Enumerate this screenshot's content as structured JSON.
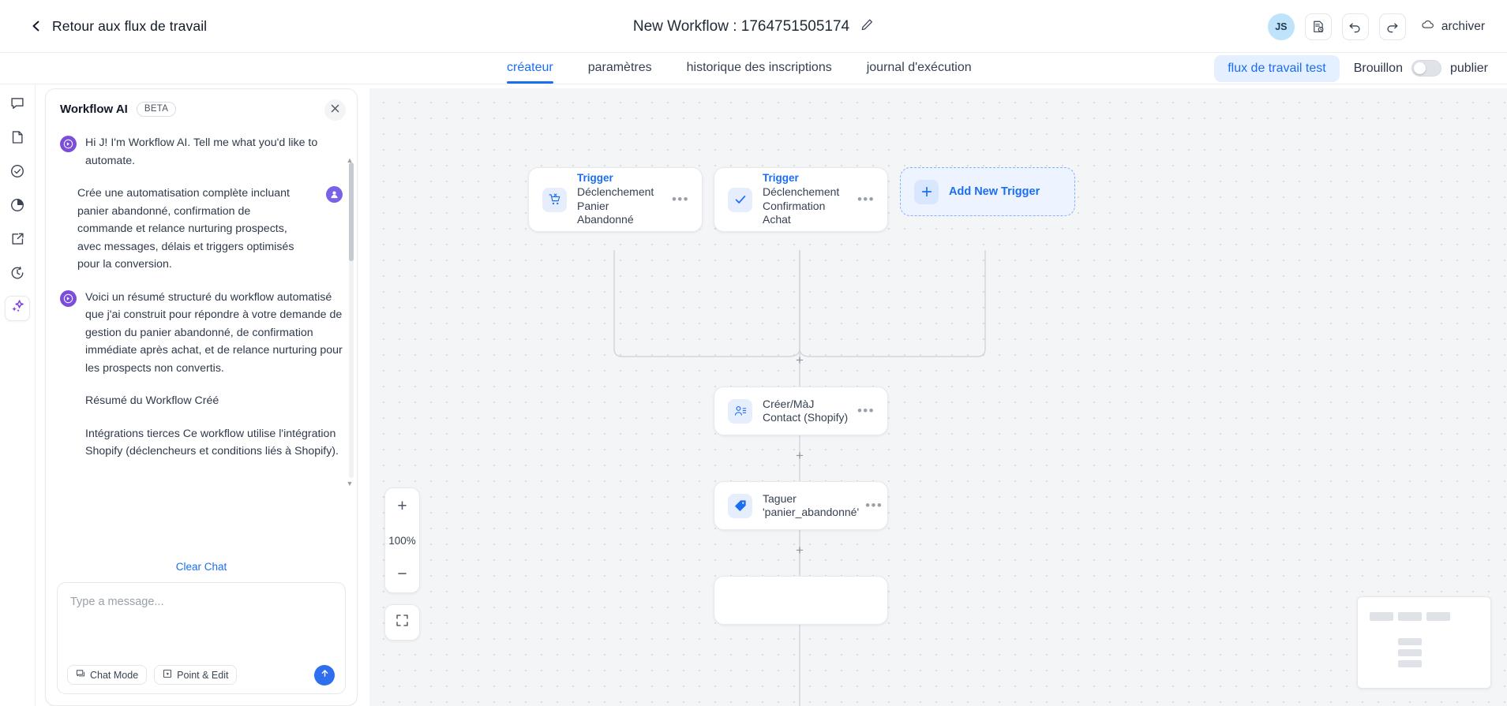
{
  "header": {
    "back_label": "Retour aux flux de travail",
    "workflow_title": "New Workflow : 1764751505174",
    "avatar_initials": "JS",
    "archive_label": "archiver"
  },
  "tabs": [
    {
      "label": "créateur",
      "active": true
    },
    {
      "label": "paramètres",
      "active": false
    },
    {
      "label": "historique des inscriptions",
      "active": false
    },
    {
      "label": "journal d'exécution",
      "active": false
    }
  ],
  "tabbar_right": {
    "test_workflow_label": "flux de travail test",
    "draft_label": "Brouillon",
    "publish_label": "publier",
    "toggle_on": false
  },
  "rail": [
    {
      "name": "comments-icon"
    },
    {
      "name": "document-icon"
    },
    {
      "name": "check-circle-icon"
    },
    {
      "name": "pie-chart-icon"
    },
    {
      "name": "external-link-icon"
    },
    {
      "name": "clock-history-icon"
    },
    {
      "name": "sparkle-ai-icon",
      "active": true
    }
  ],
  "chat": {
    "title": "Workflow AI",
    "badge": "BETA",
    "messages": [
      {
        "role": "bot",
        "paragraphs": [
          "Hi J! I'm Workflow AI. Tell me what you'd like to automate."
        ]
      },
      {
        "role": "user",
        "paragraphs": [
          "Crée une automatisation complète incluant panier abandonné, confirmation de commande et relance nurturing prospects, avec messages, délais et triggers optimisés pour la conversion."
        ]
      },
      {
        "role": "bot",
        "paragraphs": [
          "Voici un résumé structuré du workflow automatisé que j'ai construit pour répondre à votre demande de gestion du panier abandonné, de confirmation immédiate après achat, et de relance nurturing pour les prospects non convertis.",
          "Résumé du Workflow Créé",
          "Intégrations tierces Ce workflow utilise l'intégration Shopify (déclencheurs et conditions liés à Shopify)."
        ]
      }
    ],
    "clear_chat_label": "Clear Chat",
    "composer_placeholder": "Type a message...",
    "composer_value": "",
    "chat_mode_label": "Chat Mode",
    "point_edit_label": "Point & Edit"
  },
  "canvas": {
    "zoom_level": "100%",
    "nodes": [
      {
        "id": "trigger-cart",
        "kicker": "Trigger",
        "label": "Déclenchement Panier Abandonné",
        "icon": "cart-off-icon",
        "dots": "•••"
      },
      {
        "id": "trigger-purchase",
        "kicker": "Trigger",
        "label": "Déclenchement Confirmation Achat",
        "icon": "check-icon",
        "dots": "•••"
      },
      {
        "id": "contact-node",
        "kicker": "",
        "label": "Créer/MàJ Contact (Shopify)",
        "icon": "user-sync-icon",
        "dots": "•••"
      },
      {
        "id": "tag-node",
        "kicker": "",
        "label": "Taguer 'panier_abandonné'",
        "icon": "tag-icon",
        "dots": "•••"
      }
    ],
    "add_trigger_label": "Add New Trigger"
  },
  "colors": {
    "accent_blue": "#1b6ef3",
    "purple": "#7c4ddb",
    "canvas_bg": "#f3f5f7"
  }
}
